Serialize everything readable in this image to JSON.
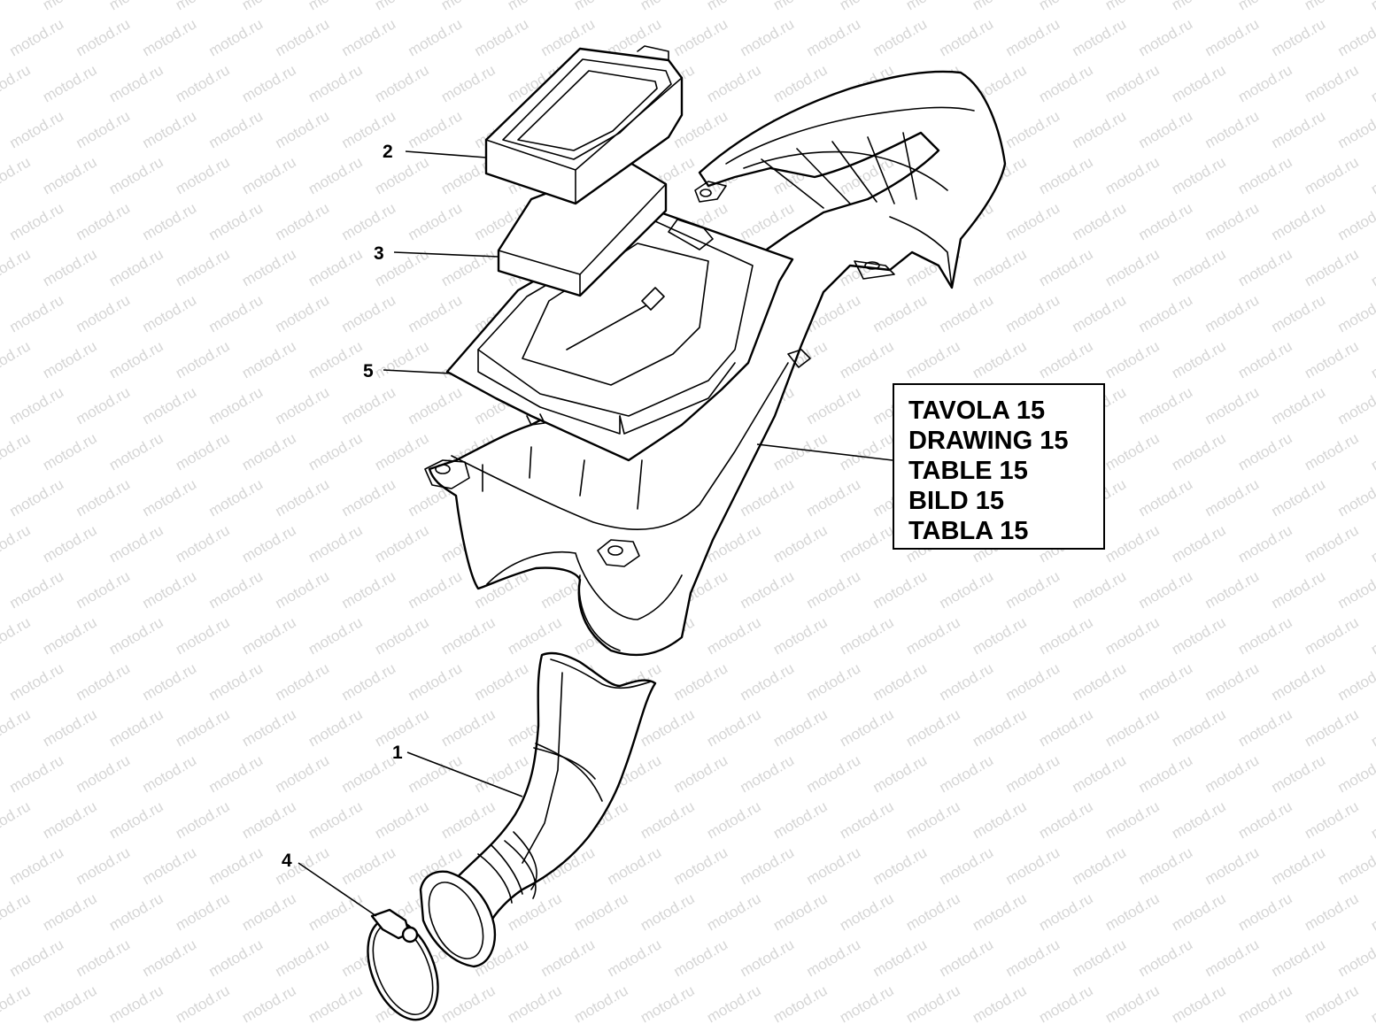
{
  "watermark": "motod.ru",
  "callouts": {
    "c1": "1",
    "c2": "2",
    "c3": "3",
    "c4": "4",
    "c5": "5"
  },
  "reference": {
    "lines": [
      "TAVOLA 15",
      "DRAWING 15",
      "TABLE 15",
      "BILD 15",
      "TABLA 15"
    ]
  },
  "colors": {
    "line": "#000000",
    "background": "#ffffff",
    "watermark": "#c8c8c8"
  }
}
